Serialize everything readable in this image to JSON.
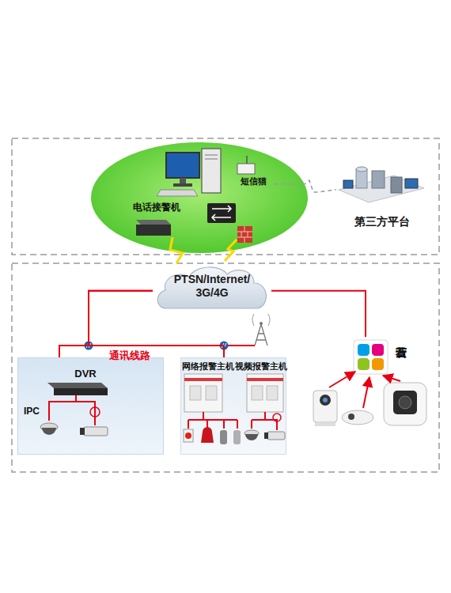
{
  "diagram": {
    "nodes": [
      {
        "text": [
          "电话接警机"
        ]
      },
      {
        "text": [
          "短信猫"
        ]
      },
      {
        "text": [
          "第三方平台"
        ]
      },
      {
        "text": [
          "PTSN/Internet/ 3G/4G"
        ]
      },
      {
        "text": [
          "DVR",
          "IPC"
        ]
      },
      {
        "text": [
          "网络报警主机",
          "视频报警主机"
        ]
      },
      {
        "text": [
          "萤石云"
        ]
      }
    ],
    "edges": [
      {
        "from": 3,
        "to": 0,
        "arrow": "none"
      },
      {
        "from": 1,
        "to": 2,
        "arrow": "none"
      },
      {
        "from": 3,
        "to": 4,
        "label": "通讯线路",
        "arrow": "none"
      },
      {
        "from": 3,
        "to": 5,
        "arrow": "none"
      },
      {
        "from": 3,
        "to": 6,
        "arrow": "none"
      }
    ]
  }
}
